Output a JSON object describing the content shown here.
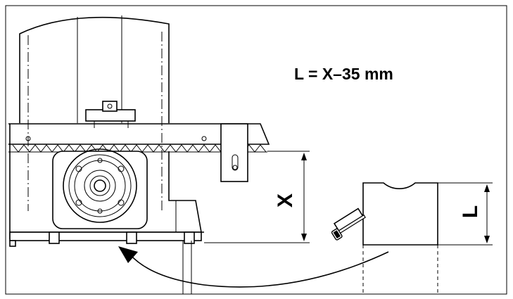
{
  "formula": "L = X–35 mm",
  "dimensions": {
    "x_label": "X",
    "l_label": "L"
  },
  "icons": {
    "saw": "hacksaw-icon",
    "arrow": "curved-arrow-icon"
  }
}
